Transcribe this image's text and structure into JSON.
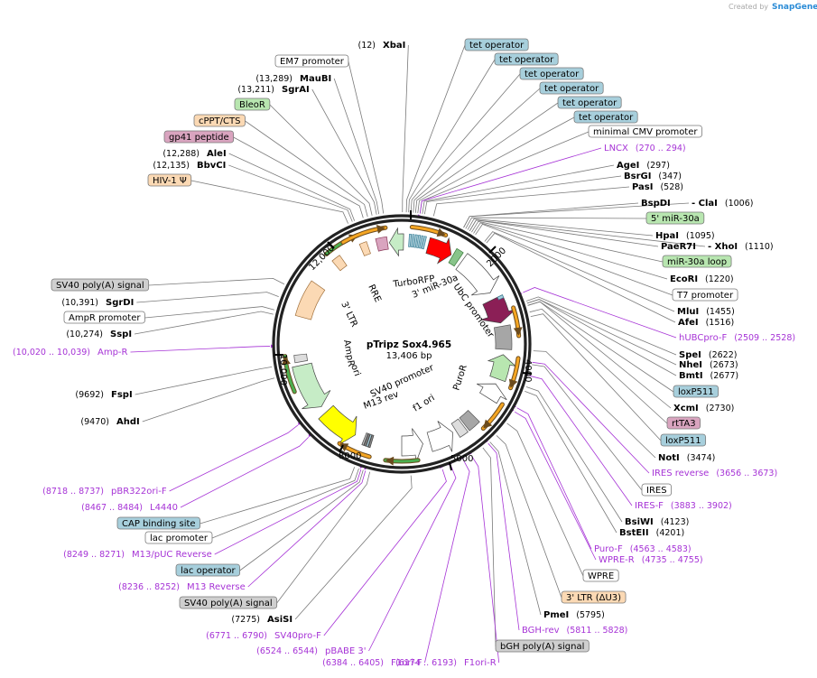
{
  "credit": {
    "prefix": "Created by",
    "brand": "SnapGene"
  },
  "plasmid": {
    "name": "pTripz Sox4.965",
    "size": "13,406 bp"
  },
  "ticks": [
    "2000",
    "4000",
    "5000",
    "8000",
    "10,000",
    "12,000"
  ],
  "colors": {
    "grey_box": "#cfcfcf",
    "blue_box": "#a7cfdc",
    "green_box": "#b8e6b0",
    "orange_box": "#fbd9b4",
    "pink_box": "#d9a4bf",
    "white_box": "#ffffff",
    "primer": "#a633d6",
    "red_feature": "#ff0000",
    "purple_feature": "#8b1f56"
  },
  "labels": [
    {
      "kind": "enzyme",
      "name": "XbaI",
      "num": "(12)",
      "num_first": true
    },
    {
      "kind": "feature",
      "name": "tet operator",
      "box": "blue"
    },
    {
      "kind": "feature",
      "name": "EM7 promoter",
      "box": "white"
    },
    {
      "kind": "feature",
      "name": "tet operator",
      "box": "blue"
    },
    {
      "kind": "feature",
      "name": "tet operator",
      "box": "blue"
    },
    {
      "kind": "enzyme",
      "name": "MauBI",
      "num": "(13,289)",
      "num_first": true
    },
    {
      "kind": "enzyme",
      "name": "SgrAI",
      "num": "(13,211)",
      "num_first": true
    },
    {
      "kind": "feature",
      "name": "tet operator",
      "box": "blue"
    },
    {
      "kind": "feature",
      "name": "BleoR",
      "box": "green"
    },
    {
      "kind": "feature",
      "name": "tet operator",
      "box": "blue"
    },
    {
      "kind": "feature",
      "name": "cPPT/CTS",
      "box": "orange"
    },
    {
      "kind": "feature",
      "name": "tet operator",
      "box": "blue"
    },
    {
      "kind": "feature",
      "name": "minimal CMV promoter",
      "box": "white"
    },
    {
      "kind": "feature",
      "name": "gp41 peptide",
      "box": "pink"
    },
    {
      "kind": "primer",
      "name": "LNCX",
      "num": "(270 .. 294)",
      "num_first": false
    },
    {
      "kind": "enzyme",
      "name": "AleI",
      "num": "(12,288)",
      "num_first": true
    },
    {
      "kind": "enzyme",
      "name": "BbvCI",
      "num": "(12,135)",
      "num_first": true
    },
    {
      "kind": "enzyme",
      "name": "AgeI",
      "num": "(297)",
      "num_first": false
    },
    {
      "kind": "enzyme",
      "name": "BsrGI",
      "num": "(347)",
      "num_first": false
    },
    {
      "kind": "feature",
      "name": "HIV-1 Ψ",
      "box": "orange"
    },
    {
      "kind": "enzyme",
      "name": "PasI",
      "num": "(528)",
      "num_first": false
    },
    {
      "kind": "enzyme",
      "name": "BspDI",
      "num": "",
      "num_first": false
    },
    {
      "kind": "enzyme",
      "name": "- ClaI",
      "num": "(1006)",
      "num_first": false
    },
    {
      "kind": "feature",
      "name": "5' miR-30a",
      "box": "green"
    },
    {
      "kind": "enzyme",
      "name": "HpaI",
      "num": "(1095)",
      "num_first": false
    },
    {
      "kind": "enzyme",
      "name": "PaeR7I",
      "num": "",
      "num_first": false
    },
    {
      "kind": "enzyme",
      "name": "- XhoI",
      "num": "(1110)",
      "num_first": false
    },
    {
      "kind": "feature",
      "name": "miR-30a loop",
      "box": "green"
    },
    {
      "kind": "enzyme",
      "name": "EcoRI",
      "num": "(1220)",
      "num_first": false
    },
    {
      "kind": "feature",
      "name": "T7 promoter",
      "box": "white"
    },
    {
      "kind": "feature",
      "name": "SV40 poly(A) signal",
      "box": "grey"
    },
    {
      "kind": "enzyme",
      "name": "SgrDI",
      "num": "(10,391)",
      "num_first": true
    },
    {
      "kind": "enzyme",
      "name": "MluI",
      "num": "(1455)",
      "num_first": false
    },
    {
      "kind": "feature",
      "name": "AmpR promoter",
      "box": "white"
    },
    {
      "kind": "enzyme",
      "name": "AfeI",
      "num": "(1516)",
      "num_first": false
    },
    {
      "kind": "enzyme",
      "name": "SspI",
      "num": "(10,274)",
      "num_first": true
    },
    {
      "kind": "primer",
      "name": "hUBCpro-F",
      "num": "(2509 .. 2528)",
      "num_first": false
    },
    {
      "kind": "primer",
      "name": "Amp-R",
      "num": "(10,020 .. 10,039)",
      "num_first": true
    },
    {
      "kind": "enzyme",
      "name": "SpeI",
      "num": "(2622)",
      "num_first": false
    },
    {
      "kind": "enzyme",
      "name": "NheI",
      "num": "(2673)",
      "num_first": false
    },
    {
      "kind": "enzyme",
      "name": "BmtI",
      "num": "(2677)",
      "num_first": false
    },
    {
      "kind": "feature",
      "name": "loxP511",
      "box": "blue"
    },
    {
      "kind": "enzyme",
      "name": "FspI",
      "num": "(9692)",
      "num_first": true
    },
    {
      "kind": "enzyme",
      "name": "XcmI",
      "num": "(2730)",
      "num_first": false
    },
    {
      "kind": "enzyme",
      "name": "AhdI",
      "num": "(9470)",
      "num_first": true
    },
    {
      "kind": "feature",
      "name": "rtTA3",
      "box": "pink"
    },
    {
      "kind": "feature",
      "name": "loxP511",
      "box": "blue"
    },
    {
      "kind": "enzyme",
      "name": "NotI",
      "num": "(3474)",
      "num_first": false
    },
    {
      "kind": "primer",
      "name": "IRES reverse",
      "num": "(3656 .. 3673)",
      "num_first": false
    },
    {
      "kind": "primer",
      "name": "pBR322ori-F",
      "num": "(8718 .. 8737)",
      "num_first": true
    },
    {
      "kind": "feature",
      "name": "IRES",
      "box": "white"
    },
    {
      "kind": "primer",
      "name": "L4440",
      "num": "(8467 .. 8484)",
      "num_first": true
    },
    {
      "kind": "primer",
      "name": "IRES-F",
      "num": "(3883 .. 3902)",
      "num_first": false
    },
    {
      "kind": "feature",
      "name": "CAP binding site",
      "box": "blue"
    },
    {
      "kind": "enzyme",
      "name": "BsiWI",
      "num": "(4123)",
      "num_first": false
    },
    {
      "kind": "feature",
      "name": "lac promoter",
      "box": "white"
    },
    {
      "kind": "enzyme",
      "name": "BstEII",
      "num": "(4201)",
      "num_first": false
    },
    {
      "kind": "primer",
      "name": "Puro-F",
      "num": "(4563 .. 4583)",
      "num_first": false
    },
    {
      "kind": "primer",
      "name": "M13/pUC Reverse",
      "num": "(8249 .. 8271)",
      "num_first": true
    },
    {
      "kind": "primer",
      "name": "WPRE-R",
      "num": "(4735 .. 4755)",
      "num_first": false
    },
    {
      "kind": "feature",
      "name": "lac operator",
      "box": "blue"
    },
    {
      "kind": "feature",
      "name": "WPRE",
      "box": "white"
    },
    {
      "kind": "primer",
      "name": "M13 Reverse",
      "num": "(8236 .. 8252)",
      "num_first": true
    },
    {
      "kind": "feature",
      "name": "3' LTR (ΔU3)",
      "box": "orange"
    },
    {
      "kind": "feature",
      "name": "SV40 poly(A) signal",
      "box": "grey"
    },
    {
      "kind": "enzyme",
      "name": "PmeI",
      "num": "(5795)",
      "num_first": false
    },
    {
      "kind": "enzyme",
      "name": "AsiSI",
      "num": "(7275)",
      "num_first": true
    },
    {
      "kind": "primer",
      "name": "BGH-rev",
      "num": "(5811 .. 5828)",
      "num_first": false
    },
    {
      "kind": "primer",
      "name": "SV40pro-F",
      "num": "(6771 .. 6790)",
      "num_first": true
    },
    {
      "kind": "feature",
      "name": "bGH poly(A) signal",
      "box": "grey"
    },
    {
      "kind": "primer",
      "name": "pBABE 3'",
      "num": "(6524 .. 6544)",
      "num_first": true
    },
    {
      "kind": "primer",
      "name": "F1ori-F",
      "num": "(6384 .. 6405)",
      "num_first": true
    },
    {
      "kind": "primer",
      "name": "F1ori-R",
      "num": "(6174 .. 6193)",
      "num_first": true
    }
  ],
  "inner_labels": [
    "TurboRFP",
    "3' miR-30a",
    "UbC promoter",
    "PuroR",
    "f1 ori",
    "SV40 promoter",
    "M13 rev",
    "ori",
    "AmpR",
    "3' LTR",
    "RRE"
  ]
}
